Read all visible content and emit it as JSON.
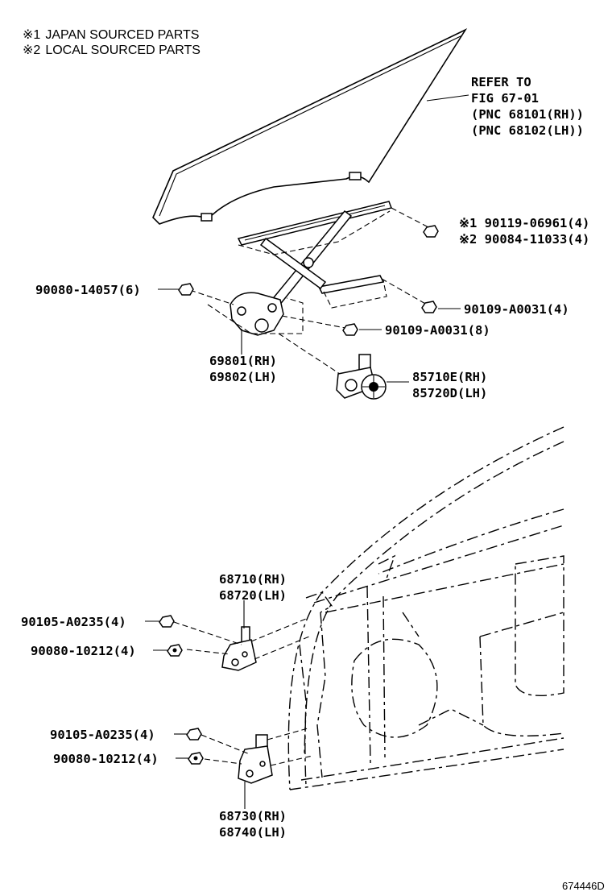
{
  "notes": [
    {
      "mark": "※1",
      "text": "JAPAN SOURCED PARTS"
    },
    {
      "mark": "※2",
      "text": "LOCAL SOURCED PARTS"
    }
  ],
  "refer": {
    "line1": "REFER TO",
    "line2": "FIG  67-01",
    "line3": "(PNC  68101(RH))",
    "line4": "(PNC  68102(LH))"
  },
  "callouts": {
    "bolt_j": "※1 90119-06961(4)",
    "bolt_l": "※2 90084-11033(4)",
    "bolt_6": "90080-14057(6)",
    "bolt_a4": "90109-A0031(4)",
    "bolt_a8": "90109-A0031(8)",
    "regulator_rh": "69801(RH)",
    "regulator_lh": "69802(LH)",
    "motor_rh": "85710E(RH)",
    "motor_lh": "85720D(LH)",
    "upper_hinge_rh": "68710(RH)",
    "upper_hinge_lh": "68720(LH)",
    "uh_bolt": "90105-A0235(4)",
    "uh_nut": "90080-10212(4)",
    "lh_bolt": "90105-A0235(4)",
    "lh_nut": "90080-10212(4)",
    "lower_hinge_rh": "68730(RH)",
    "lower_hinge_lh": "68740(LH)"
  },
  "code": "674446D"
}
